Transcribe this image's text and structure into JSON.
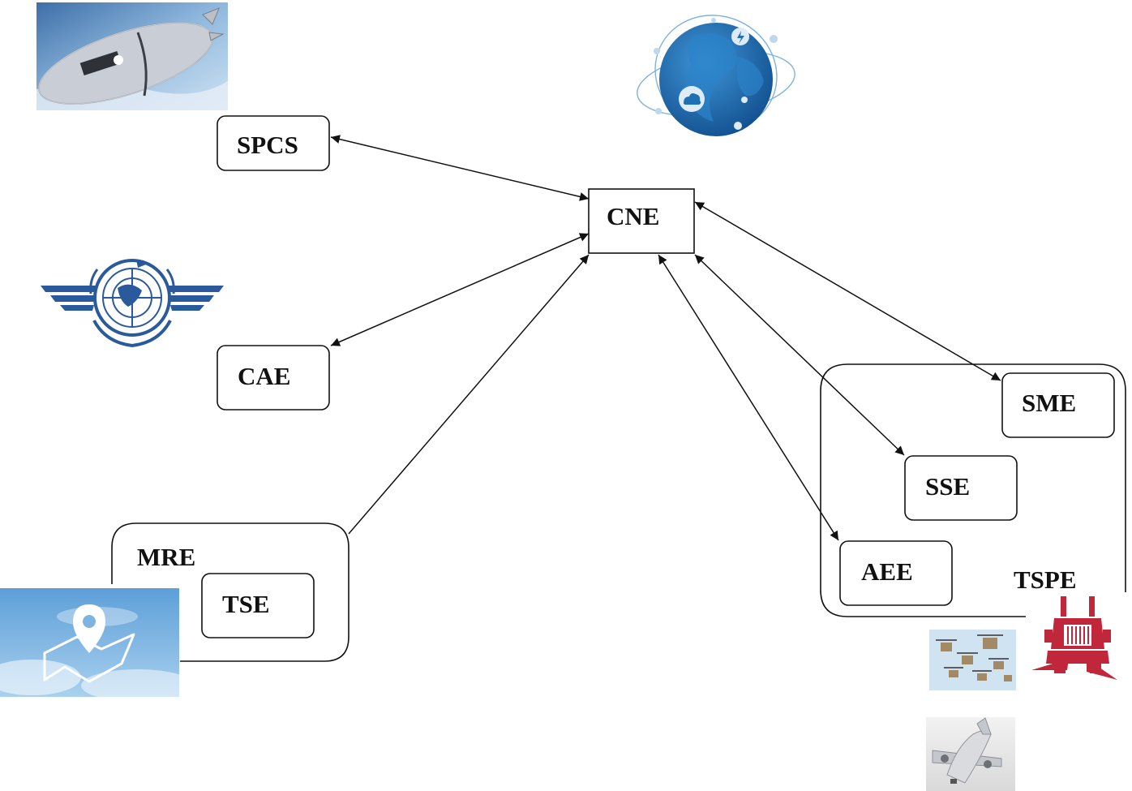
{
  "nodes": {
    "cne": "CNE",
    "spcs": "SPCS",
    "cae": "CAE",
    "mre": "MRE",
    "tse": "TSE",
    "sme": "SME",
    "sse": "SSE",
    "aee": "AEE",
    "tspe": "TSPE"
  },
  "colors": {
    "stroke": "#111111",
    "sky": "#6aa5d6",
    "globe": "#1f6fb4",
    "icao_blue": "#2a5a9b",
    "truck_red": "#c0273a"
  },
  "icons": [
    "airship-image",
    "globe-network-icon",
    "icao-emblem-icon",
    "map-pin-sky-image",
    "drone-swarm-image",
    "truck-icon",
    "cargo-plane-image"
  ]
}
